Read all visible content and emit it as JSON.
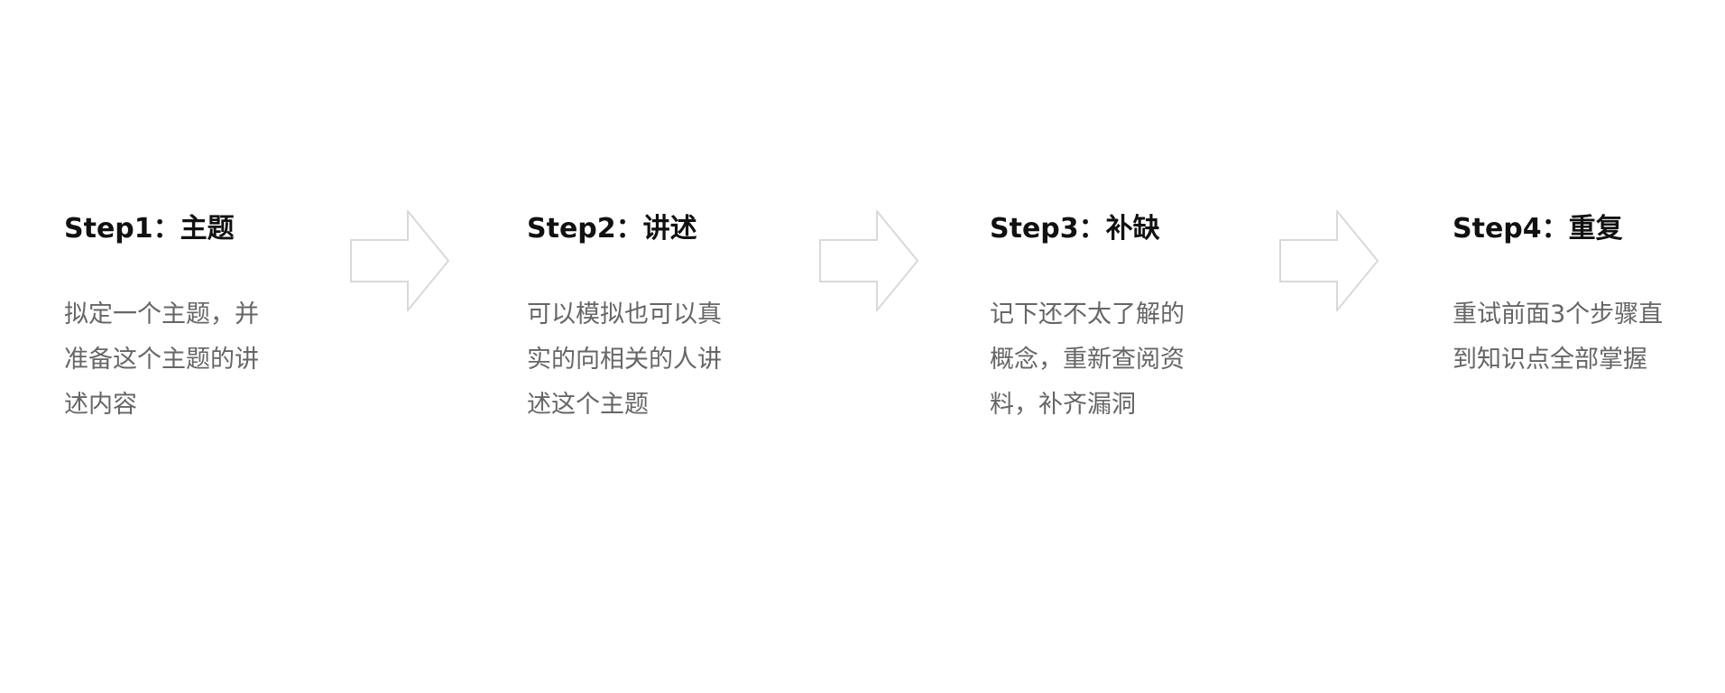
{
  "diagram": {
    "steps": [
      {
        "title": "Step1：主题",
        "description": "拟定一个主题，并准备这个主题的讲述内容"
      },
      {
        "title": "Step2：讲述",
        "description": "可以模拟也可以真实的向相关的人讲述这个主题"
      },
      {
        "title": "Step3：补缺",
        "description": "记下还不太了解的概念，重新查阅资料，补齐漏洞"
      },
      {
        "title": "Step4：重复",
        "description": "重试前面3个步骤直到知识点全部掌握"
      }
    ],
    "arrows": [
      {
        "icon": "right-arrow-icon",
        "color": "#d9d9d9"
      },
      {
        "icon": "right-arrow-icon",
        "color": "#d9d9d9"
      },
      {
        "icon": "right-arrow-icon",
        "color": "#d9d9d9"
      }
    ],
    "colors": {
      "title": "#111111",
      "description": "#666666",
      "arrow_outline": "#d9d9d9",
      "background": "#ffffff"
    }
  }
}
